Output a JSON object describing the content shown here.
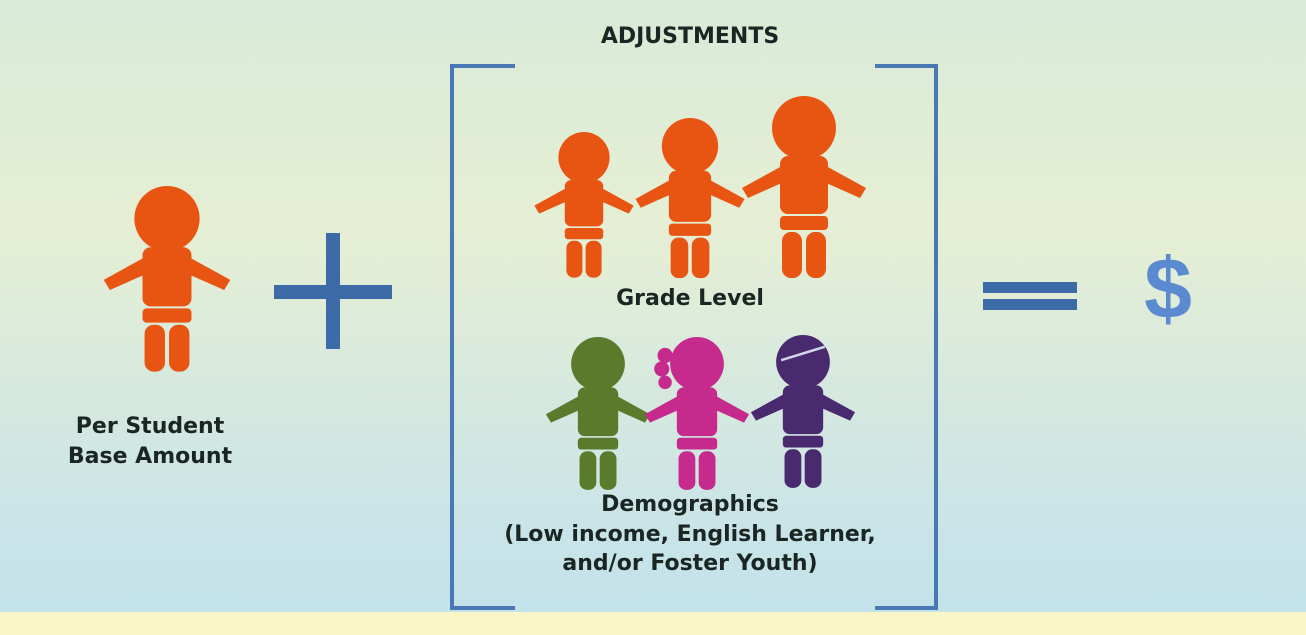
{
  "diagram": {
    "adjustments_title": "ADJUSTMENTS",
    "base": {
      "label_line1": "Per Student",
      "label_line2": "Base Amount",
      "icon": "orange-child-icon"
    },
    "operators": {
      "plus": "plus-icon",
      "equals": "equals-icon"
    },
    "grade_level": {
      "label": "Grade Level",
      "icons": [
        "orange-child-icon",
        "orange-child-icon",
        "orange-child-icon"
      ]
    },
    "demographics": {
      "label": "Demographics",
      "detail_line1": "(Low income, English Learner,",
      "detail_line2": "and/or Foster Youth)",
      "icons": [
        "green-child-icon",
        "pink-girl-icon",
        "purple-child-icon"
      ]
    },
    "result": {
      "symbol": "$"
    },
    "colors": {
      "orange": "#e85412",
      "green": "#5a7a2c",
      "pink": "#c62a8c",
      "purple": "#4a2a6e",
      "operator_blue": "#3d6ba8",
      "dollar_blue": "#5b8ad0",
      "bracket": "#4a78b4"
    }
  }
}
